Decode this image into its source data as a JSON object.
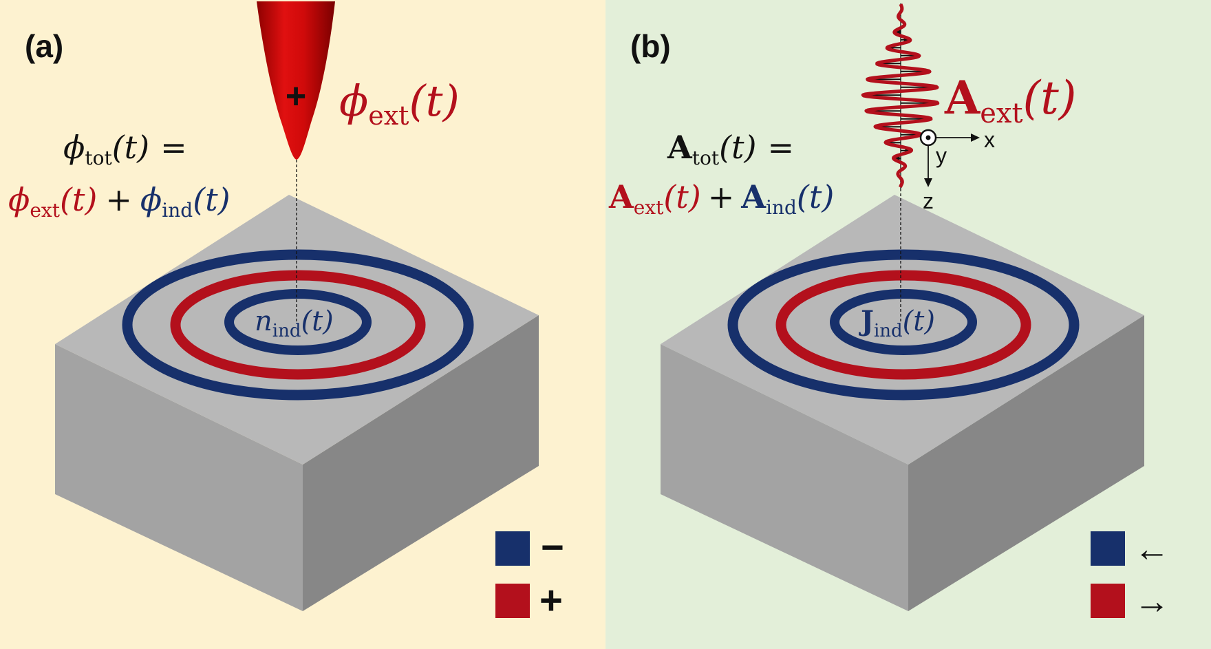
{
  "colors": {
    "panel_a_bg": "#fdf2d0",
    "panel_b_bg": "#e3efd9",
    "red": "#b3101c",
    "red_fill": "#cc0a0a",
    "blue": "#17306b",
    "text": "#111111",
    "cube_top": "#b8b8b8",
    "cube_left": "#a3a3a3",
    "cube_right": "#878787"
  },
  "panel_a": {
    "label": "(a)",
    "tip_charge": "+",
    "ext_phi": "ϕ",
    "ext_sub": "ext",
    "ext_arg": "(t)",
    "tot_lhs_sym": "ϕ",
    "tot_lhs_sub": "tot",
    "tot_lhs_arg": "(t)",
    "equals": "=",
    "rhs1_sym": "ϕ",
    "rhs1_sub": "ext",
    "rhs1_arg": "(t)",
    "plus": "+",
    "rhs2_sym": "ϕ",
    "rhs2_sub": "ind",
    "rhs2_arg": "(t)",
    "ring_sym": "n",
    "ring_sub": "ind",
    "ring_arg": "(t)",
    "legend": [
      {
        "color": "#17306b",
        "symbol": "−"
      },
      {
        "color": "#b3101c",
        "symbol": "+"
      }
    ]
  },
  "panel_b": {
    "label": "(b)",
    "ext_sym": "A",
    "ext_sub": "ext",
    "ext_arg": "(t)",
    "tot_lhs_sym": "A",
    "tot_lhs_sub": "tot",
    "tot_lhs_arg": "(t)",
    "equals": "=",
    "rhs1_sym": "A",
    "rhs1_sub": "ext",
    "rhs1_arg": "(t)",
    "plus": "+",
    "rhs2_sym": "A",
    "rhs2_sub": "ind",
    "rhs2_arg": "(t)",
    "ring_sym": "J",
    "ring_sub": "ind",
    "ring_arg": "(t)",
    "axis_x": "x",
    "axis_y": "y",
    "axis_z": "z",
    "legend": [
      {
        "color": "#17306b",
        "symbol": "←"
      },
      {
        "color": "#b3101c",
        "symbol": "→"
      }
    ]
  }
}
